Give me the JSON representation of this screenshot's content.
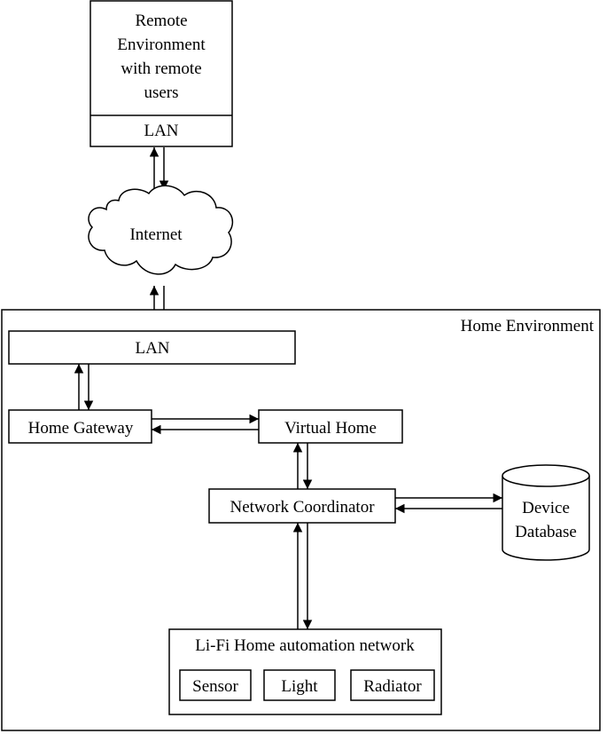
{
  "remote": {
    "lines": [
      "Remote",
      "Environment",
      "with remote",
      "users"
    ],
    "lan": "LAN"
  },
  "internet": {
    "label": "Internet"
  },
  "home": {
    "title": "Home Environment",
    "lan": "LAN",
    "gateway": "Home Gateway",
    "virtual_home": "Virtual Home",
    "coordinator": "Network Coordinator",
    "database": {
      "lines": [
        "Device",
        "Database"
      ]
    },
    "lifi": {
      "title": "Li-Fi Home automation network",
      "devices": [
        "Sensor",
        "Light",
        "Radiator"
      ]
    }
  },
  "colors": {
    "stroke": "#000000",
    "background": "#ffffff"
  }
}
